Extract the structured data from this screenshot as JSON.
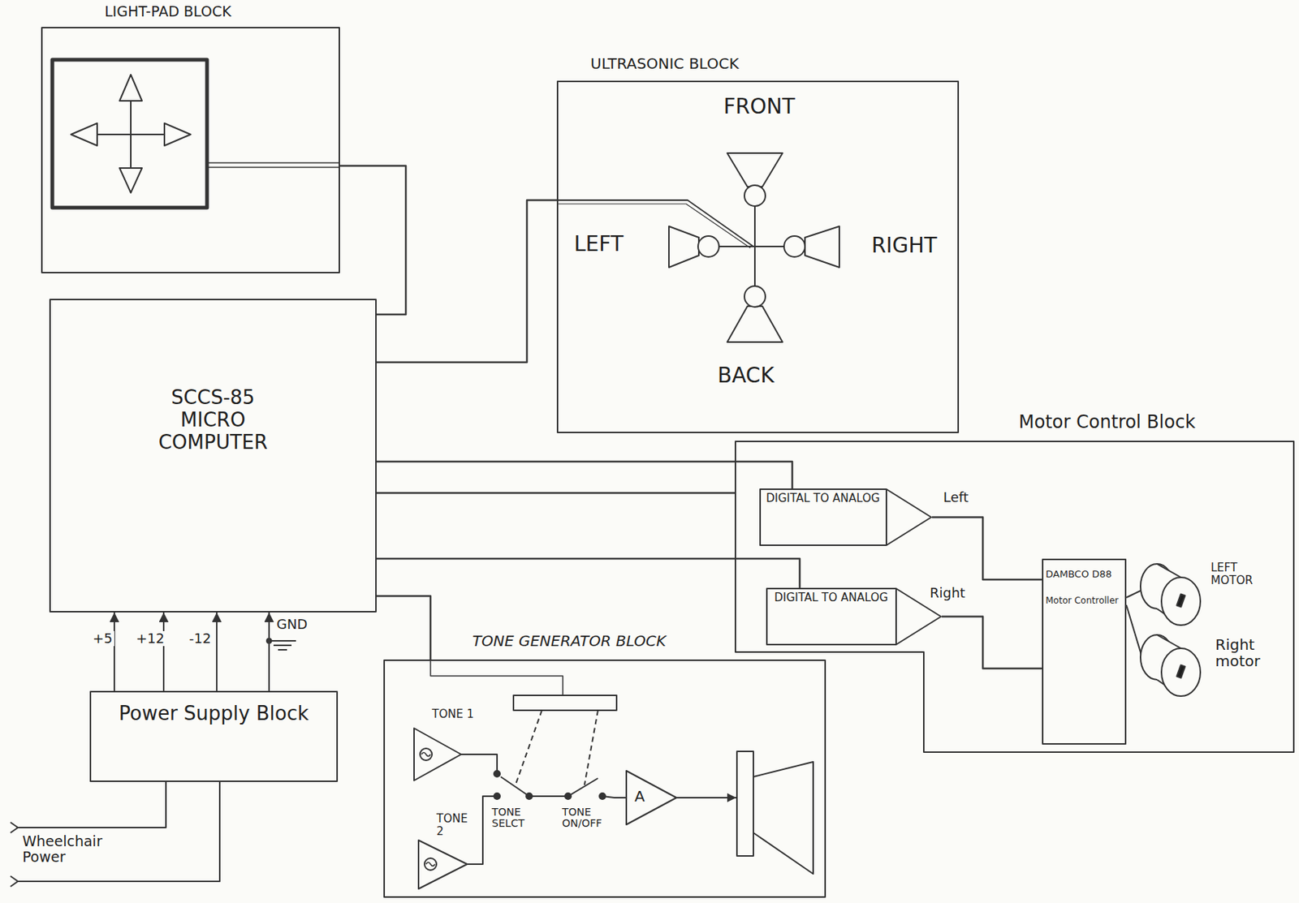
{
  "diagram": {
    "nodes": [
      {
        "text": [
          "LIGHT-PAD BLOCK"
        ]
      },
      {
        "text": [
          "ULTRASONIC BLOCK"
        ]
      },
      {
        "text": [
          "SCCS-85 MICRO COMPUTER"
        ]
      },
      {
        "text": [
          "Motor Control Block"
        ]
      },
      {
        "text": [
          "DIGITAL TO ANALOG"
        ],
        "in": 3
      },
      {
        "text": [
          "DIGITAL TO ANALOG"
        ],
        "in": 3
      },
      {
        "text": [
          "DAMBCO D88",
          "Motor Controller"
        ],
        "in": 3
      },
      {
        "text": [
          "Power Supply Block"
        ]
      },
      {
        "text": [
          "TONE GENERATOR BLOCK"
        ]
      }
    ],
    "edges": [
      {
        "from": 0,
        "to": 2,
        "arrow": "none"
      },
      {
        "from": 2,
        "to": 1,
        "arrow": "none"
      },
      {
        "from": 2,
        "to": 3,
        "arrow": "none"
      },
      {
        "from": 2,
        "to": 4,
        "arrow": "none"
      },
      {
        "from": 2,
        "to": 5,
        "arrow": "none"
      },
      {
        "from": 2,
        "to": 8,
        "arrow": "none"
      },
      {
        "from": 4,
        "to": 6,
        "arrow": "none"
      },
      {
        "from": 5,
        "to": 6,
        "arrow": "none"
      },
      {
        "from": 7,
        "to": 2,
        "arrow": "to",
        "label": "+5"
      },
      {
        "from": 7,
        "to": 2,
        "arrow": "to",
        "label": "+12"
      },
      {
        "from": 7,
        "to": 2,
        "arrow": "to",
        "label": "-12"
      },
      {
        "from": 7,
        "to": 2,
        "arrow": "to",
        "label": "GND"
      }
    ],
    "labels": [
      "FRONT",
      "LEFT",
      "RIGHT",
      "BACK",
      "Left",
      "Right",
      "LEFT MOTOR",
      "Right motor",
      "TONE 1",
      "TONE 2",
      "TONE SELCT",
      "TONE ON/OFF",
      "A",
      "Wheelchair Power"
    ]
  }
}
